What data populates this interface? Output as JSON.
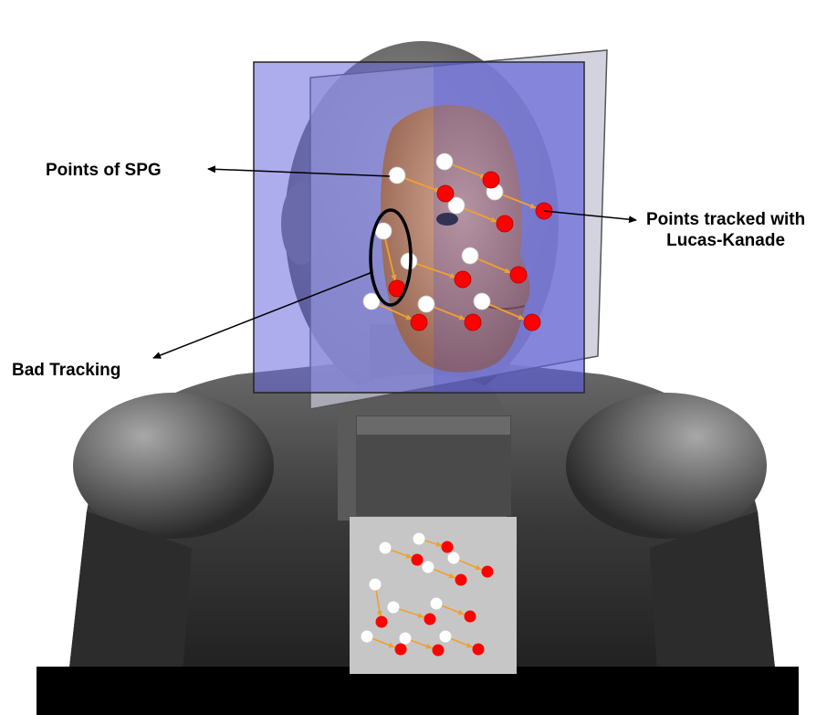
{
  "labels": {
    "points_of_spg": "Points of SPG",
    "bad_tracking": "Bad Tracking",
    "points_tracked_line1": "Points tracked with",
    "points_tracked_line2": "Lucas-Kanade"
  },
  "colors": {
    "spg_point": "#ffffff",
    "tracked_point": "#ff0000",
    "track_arrow": "#f0a030",
    "plane_blue": "#6666dd",
    "plane_gray": "#b8b8c8",
    "skin": "#c89070",
    "body_dark": "#3a3a3a",
    "box_gray": "#c6c6c6"
  },
  "icons": [
    "annotation-arrow-icon",
    "bad-tracking-ellipse-icon"
  ]
}
